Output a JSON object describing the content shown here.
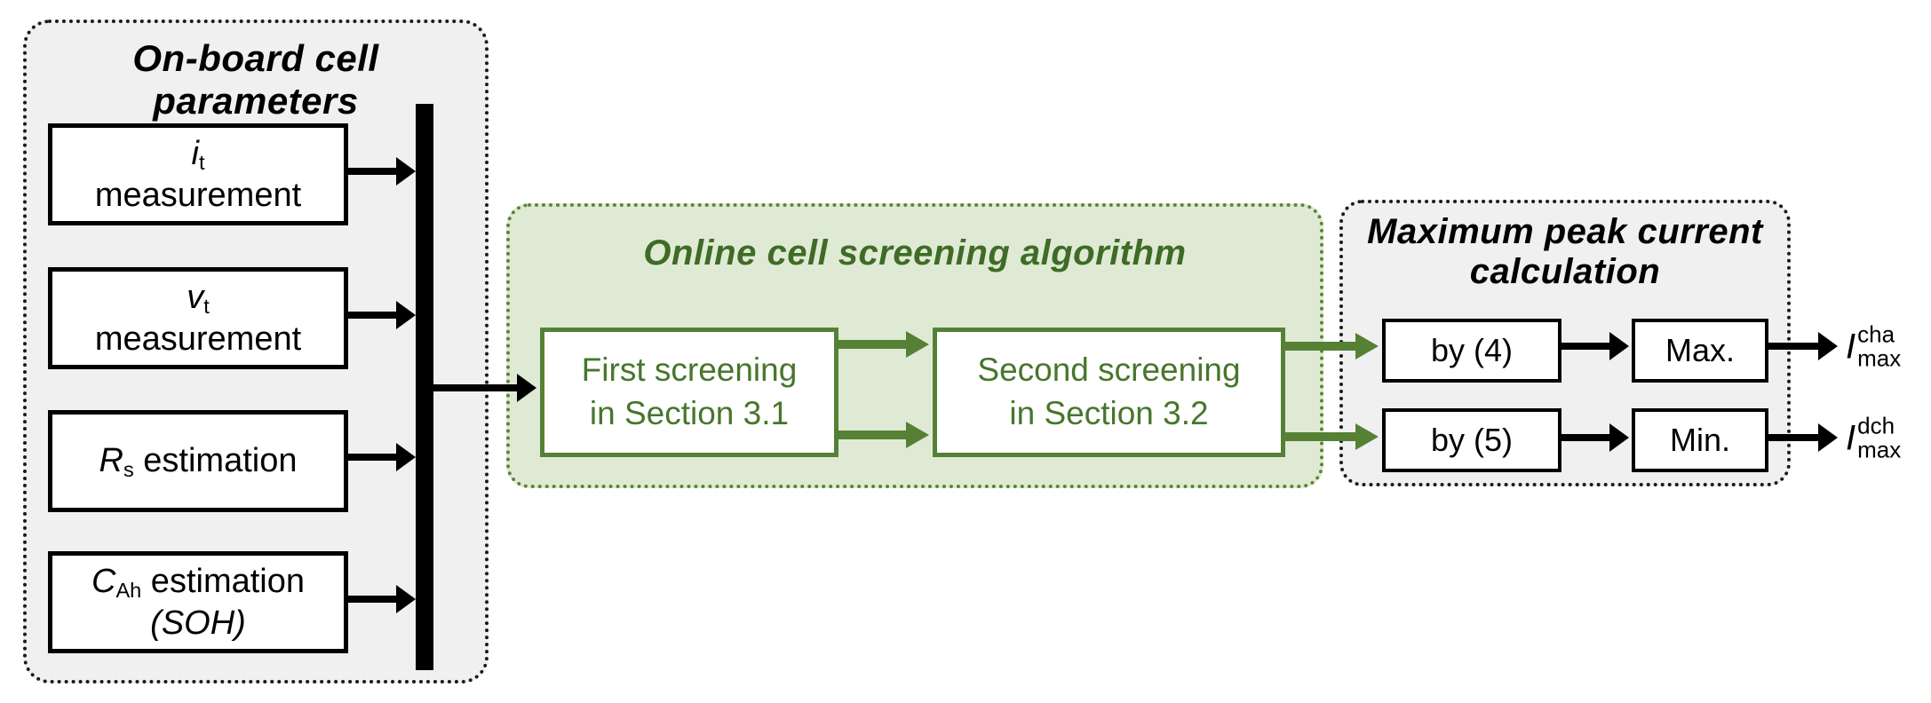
{
  "figure": {
    "left_panel": {
      "title": "On-board cell parameters",
      "box_it": {
        "symbol": "i",
        "subscript": "t",
        "label": "measurement"
      },
      "box_vt": {
        "symbol": "v",
        "subscript": "t",
        "label": "measurement"
      },
      "box_rs": {
        "symbol": "R",
        "subscript": "s",
        "label": " estimation"
      },
      "box_cah": {
        "symbol": "C",
        "subscript": "Ah",
        "label": " estimation",
        "label2": "(SOH)"
      }
    },
    "screening_panel": {
      "title": "Online cell screening algorithm",
      "first_box": {
        "line1": "First screening",
        "line2": "in Section 3.1"
      },
      "second_box": {
        "line1": "Second screening",
        "line2": "in Section 3.2"
      }
    },
    "peak_panel": {
      "title_line1": "Maximum peak current",
      "title_line2": "calculation",
      "box_by4": "by (4)",
      "box_max": "Max.",
      "box_by5": "by (5)",
      "box_min": "Min."
    },
    "outputs": {
      "charge": {
        "base": "I",
        "sup": "cha",
        "sub": "max"
      },
      "discharge": {
        "base": "I",
        "sup": "dch",
        "sub": "max"
      }
    },
    "colors": {
      "panel_fill": "#f0f0f0",
      "green_fill": "#dfead4",
      "green_stroke": "#568135",
      "green_text": "#47762c",
      "black": "#000000"
    }
  }
}
